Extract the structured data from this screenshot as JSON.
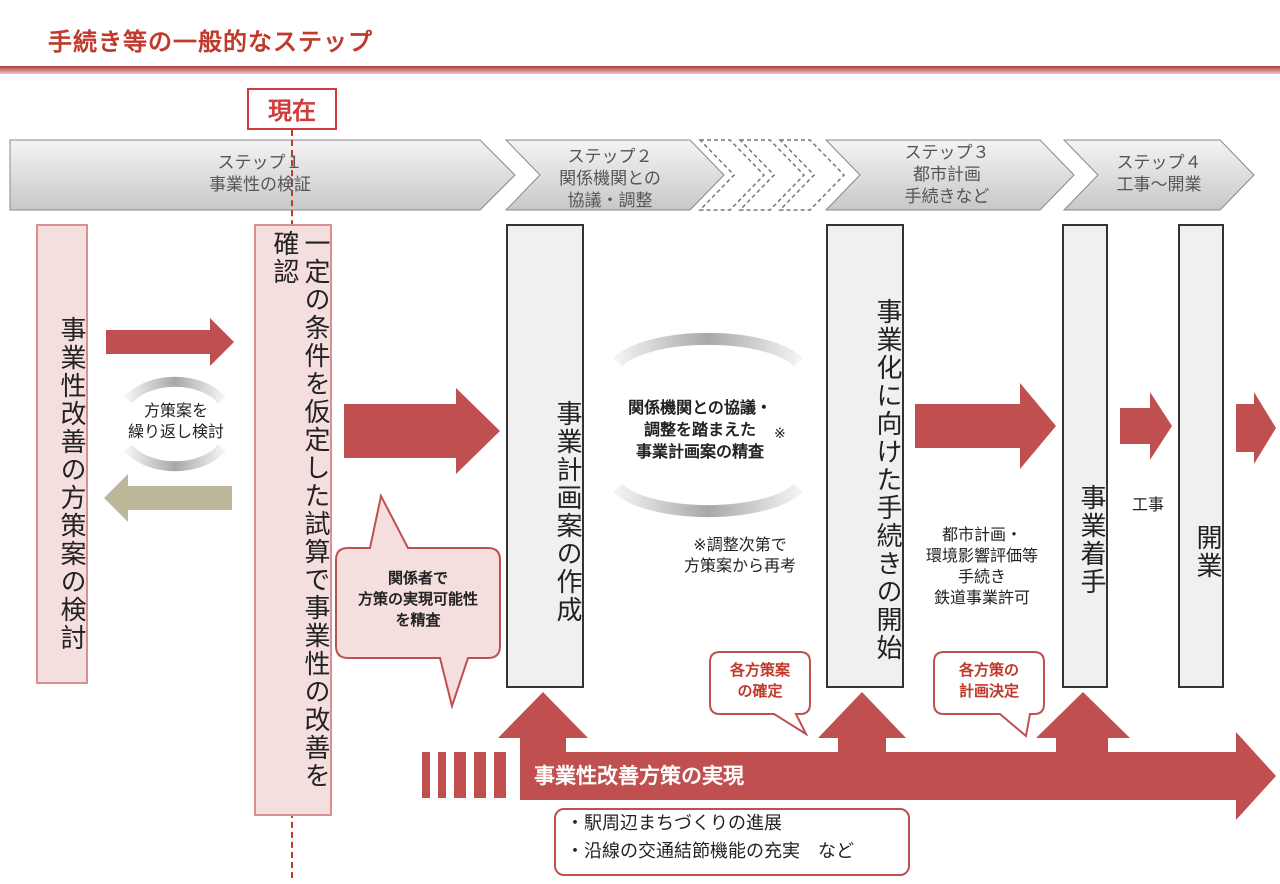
{
  "title": "手続き等の一般的なステップ",
  "current_label": "現在",
  "steps": [
    {
      "line1": "ステップ１",
      "line2": "事業性の検証"
    },
    {
      "line1": "ステップ２",
      "line2": "関係機関との",
      "line3": "協議・調整"
    },
    {
      "line1": "ステップ３",
      "line2": "都市計画",
      "line3": "手続きなど"
    },
    {
      "line1": "ステップ４",
      "line2": "工事～開業"
    }
  ],
  "boxes": {
    "improvement": "事業性改善の方策案の検討",
    "confirm": "一定の条件を仮定した試算で事業性の改善を確認",
    "plan": "事業計画案の作成",
    "procedure": "事業化に向けた手続きの開始",
    "start": "事業着手",
    "open": "開業"
  },
  "loop_left": {
    "line1": "方策案を",
    "line2": "繰り返し検討"
  },
  "loop_center": {
    "line1": "関係機関との協議・",
    "line2": "調整を踏まえた",
    "line3": "事業計画案の精査",
    "mark": "※"
  },
  "note": {
    "line1": "※調整次第で",
    "line2": "方策案から再考"
  },
  "callout_left": {
    "line1": "関係者で",
    "line2": "方策の実現可能性",
    "line3": "を精査"
  },
  "procedures": {
    "line1": "都市計画・",
    "line2": "環境影響評価等",
    "line3": "手続き",
    "line4": "鉄道事業許可"
  },
  "construction": "工事",
  "callout_a": {
    "line1": "各方策案",
    "line2": "の確定"
  },
  "callout_b": {
    "line1": "各方策の",
    "line2": "計画決定"
  },
  "big_arrow": "事業性改善方策の実現",
  "bullets": [
    "・駅周辺まちづくりの進展",
    "・沿線の交通結節機能の充実　など"
  ],
  "colors": {
    "accent": "#c0392b",
    "arrow": "#c05050",
    "pink": "#f5dede",
    "olive": "#bdb79a"
  }
}
